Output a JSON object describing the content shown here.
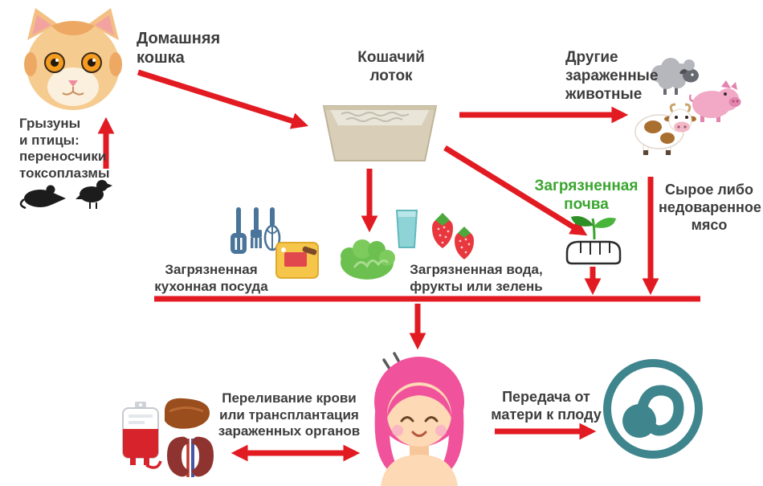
{
  "nodes": {
    "domestic_cat": {
      "label": "Домашняя кошка",
      "lines": [
        "Домашняя",
        "кошка"
      ]
    },
    "rodents": {
      "label": "Грызуны и птицы: переносчики токсоплазмы",
      "lines": [
        "Грызуны",
        "и птицы:",
        "переносчики",
        "токсоплазмы"
      ]
    },
    "litter_box": {
      "label": "Кошачий лоток",
      "lines": [
        "Кошачий",
        "лоток"
      ]
    },
    "other_animals": {
      "label": "Другие зараженные животные",
      "lines": [
        "Другие",
        "зараженные",
        "животные"
      ]
    },
    "contaminated_soil": {
      "label": "Загрязненная почва",
      "lines": [
        "Загрязненная",
        "почва"
      ]
    },
    "raw_meat": {
      "label": "Сырое либо недоваренное мясо",
      "lines": [
        "Сырое либо",
        "недоваренное",
        "мясо"
      ]
    },
    "kitchenware": {
      "label": "Загрязненная кухонная посуда",
      "lines": [
        "Загрязненная",
        "кухонная посуда"
      ]
    },
    "water_fruits": {
      "label": "Загрязненная вода, фрукты или зелень",
      "lines": [
        "Загрязненная вода,",
        "фрукты или зелень"
      ]
    },
    "transfusion": {
      "label": "Переливание крови или трансплантация зараженных органов",
      "lines": [
        "Переливание крови",
        "или трансплантация",
        "зараженных органов"
      ]
    },
    "mother_to_fetus": {
      "label": "Передача от матери к плоду",
      "lines": [
        "Передача от",
        "матери к плоду"
      ]
    }
  },
  "colors": {
    "arrow_red": "#e21b22",
    "label_text": "#3d3d3d",
    "soil_green": "#3aa52f",
    "hair_pink": "#f0539b",
    "fetus_teal": "#3f858e"
  }
}
